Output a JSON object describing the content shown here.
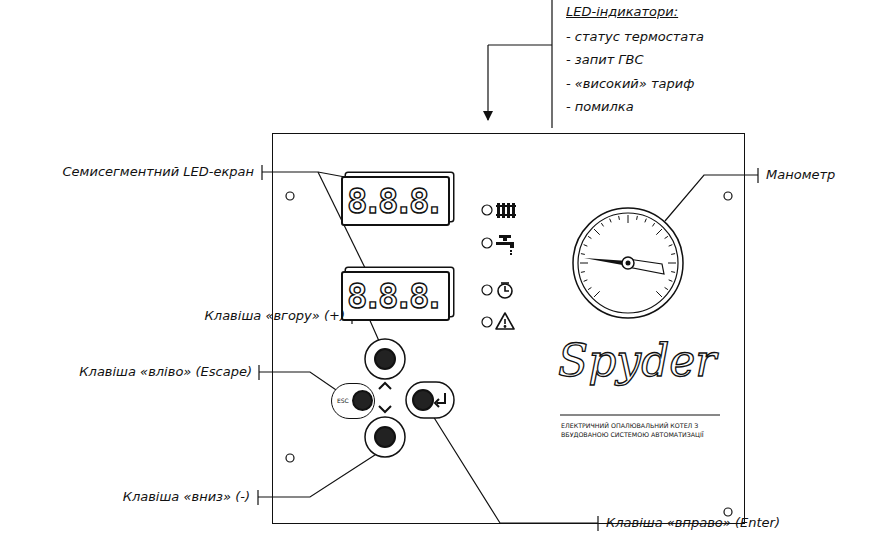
{
  "diagram": {
    "nodes": [
      {
        "text": [
          "Spyder",
          "ЕЛЕКТРИЧНИЙ ОПАЛЮВАЛЬНИЙ КОТЕЛ З ВБУДОВАНОЮ СИСТЕМОЮ АВТОМАТИЗАЦІЇ"
        ]
      },
      {
        "text": [
          "8.8.8."
        ],
        "in": 0
      },
      {
        "text": [
          "8.8.8."
        ],
        "in": 0
      },
      {
        "text": [
          "ESC"
        ],
        "in": 0
      }
    ],
    "labels": [
      "LED-індикатори:",
      "- статус термостата",
      "- запит ГВС",
      "- «високий» тариф",
      "- помилка",
      "Семисегментний LED-екран",
      "Манометр",
      "Клавіша «вгору» (+)",
      "Клавіша «вліво» (Escape)",
      "Клавіша «вниз» (-)",
      "Клавіша «вправо» (Enter)"
    ]
  }
}
